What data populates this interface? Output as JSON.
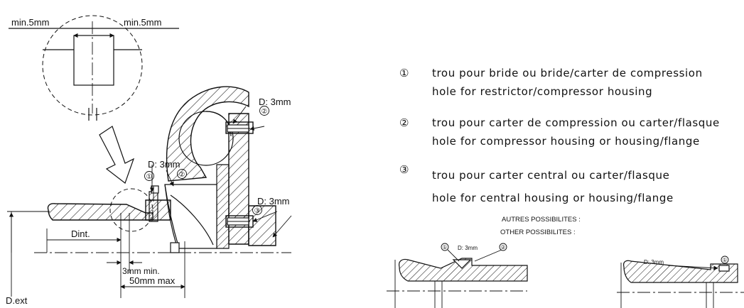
{
  "left_drawing": {
    "dim_min5_left": "min.5mm",
    "dim_min5_right": "min.5mm",
    "label_d3_top": "D: 3mm",
    "label_d3_mid": "D: 3mm",
    "label_d3_right": "D: 3mm",
    "label_dint": "Dint.",
    "label_3mm_min": "3mm min.",
    "label_50mm_max": "50mm max",
    "label_dext": "D.ext",
    "callout_1": "①",
    "callout_2": "②",
    "callout_3": "③",
    "callout_2b": "②"
  },
  "legend": {
    "items": [
      {
        "marker": "①",
        "fr": "trou pour bride ou bride/carter de compression",
        "en": "hole for restrictor/compressor housing"
      },
      {
        "marker": "②",
        "fr": "trou pour carter de compression ou carter/flasque",
        "en": "hole for compressor housing or housing/flange"
      },
      {
        "marker": "③",
        "fr": "trou pour carter central ou carter/flasque",
        "en": "hole for central housing or housing/flange"
      }
    ]
  },
  "other": {
    "title_fr": "AUTRES POSSIBILITES :",
    "title_en": "OTHER POSSIBILITES :",
    "left_label": "D: 3mm",
    "left_callout_1": "①",
    "left_callout_2": "②",
    "right_label": "D: 3mm",
    "right_callout_1": "①"
  }
}
